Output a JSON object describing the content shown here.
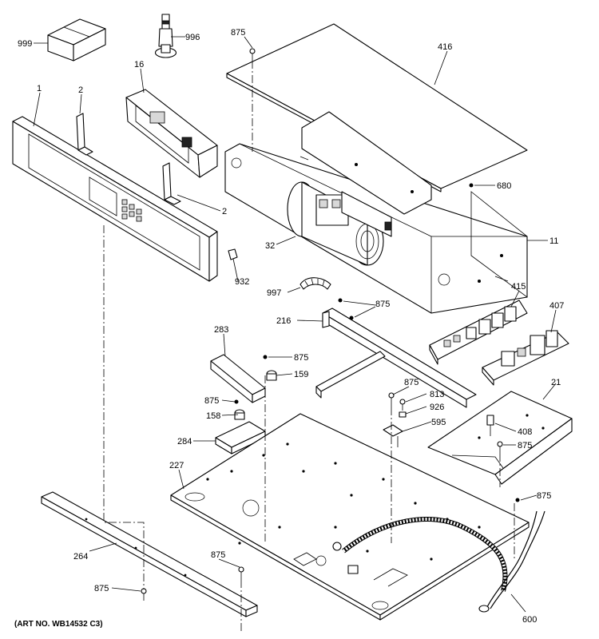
{
  "art_number": "(ART NO. WB14532 C3)",
  "callouts": {
    "p999": "999",
    "p996": "996",
    "p875_top": "875",
    "p416": "416",
    "p1": "1",
    "p2_top": "2",
    "p16": "16",
    "p2_mid": "2",
    "p680": "680",
    "p11": "11",
    "p32": "32",
    "p932": "932",
    "p997": "997",
    "p875_a": "875",
    "p415": "415",
    "p407": "407",
    "p216": "216",
    "p283": "283",
    "p875_b": "875",
    "p159": "159",
    "p875_c": "875",
    "p813": "813",
    "p875_d": "875",
    "p926": "926",
    "p158": "158",
    "p595": "595",
    "p21": "21",
    "p284": "284",
    "p408": "408",
    "p875_e": "875",
    "p227": "227",
    "p875_f": "875",
    "p264": "264",
    "p875_g": "875",
    "p875_h": "875",
    "p600": "600"
  }
}
